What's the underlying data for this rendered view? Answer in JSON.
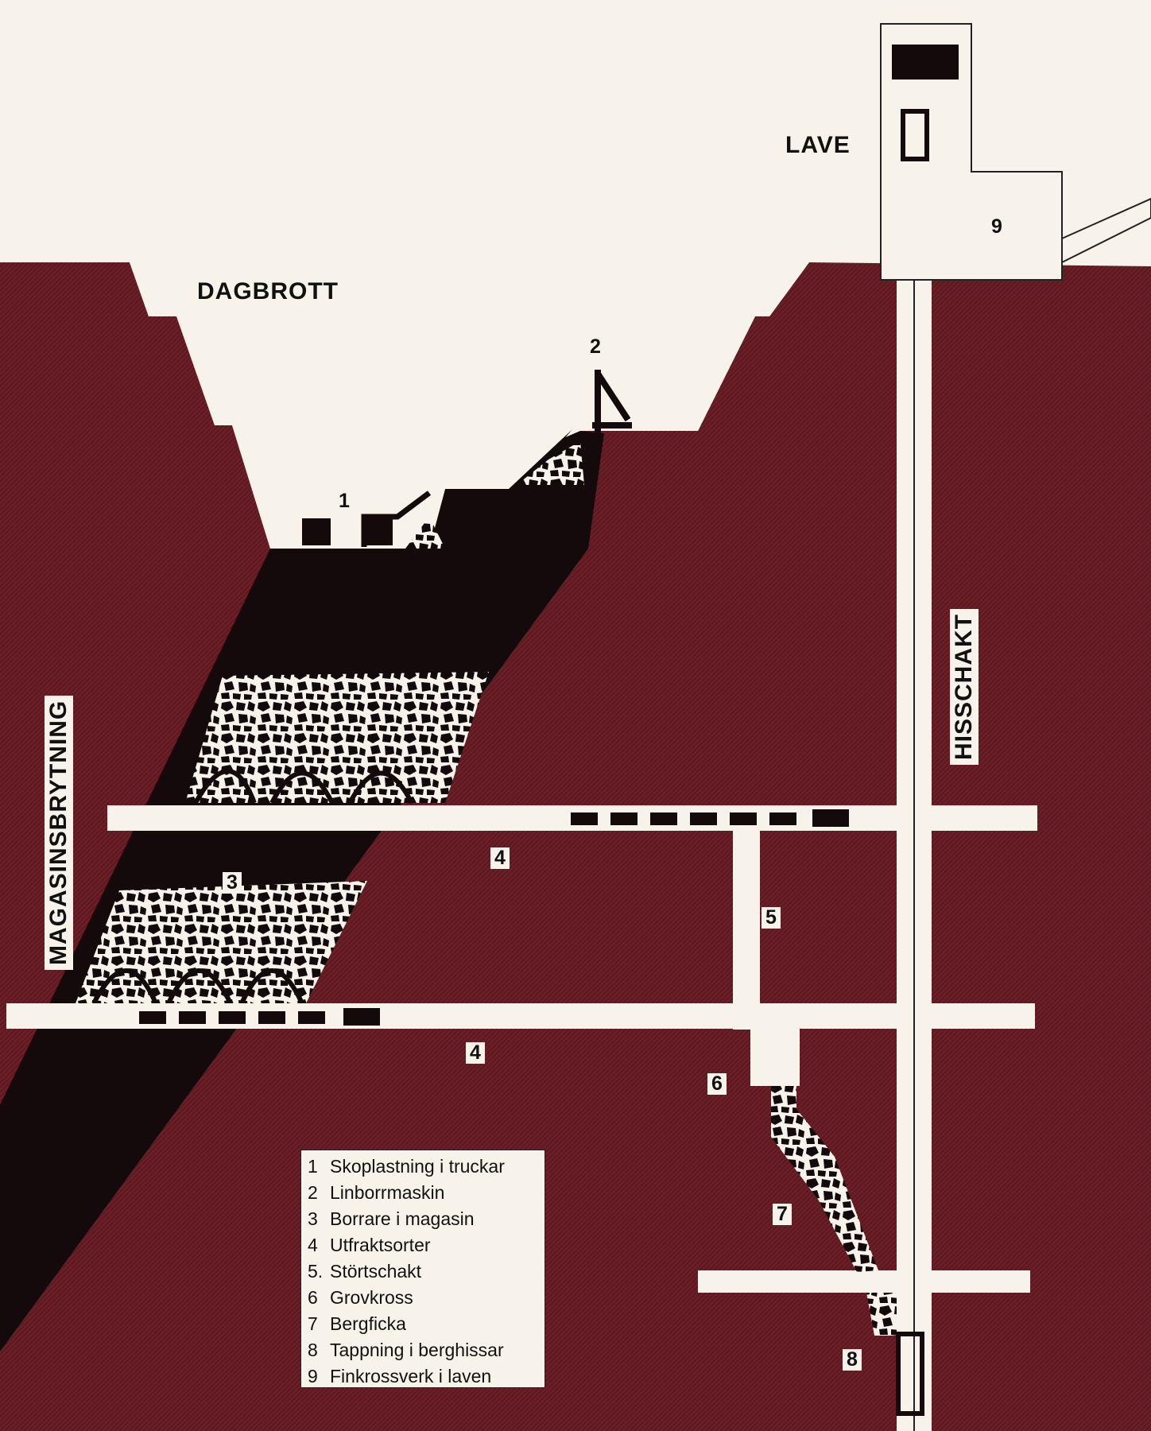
{
  "labels": {
    "dagbrott": "DAGBROTT",
    "lave": "LAVE",
    "hisschakt": "HISSCHAKT",
    "magasinsbrytning": "MAGASINSBRYTNING"
  },
  "markers": [
    "1",
    "2",
    "3",
    "4",
    "4",
    "5",
    "6",
    "7",
    "8",
    "9"
  ],
  "legend": [
    {
      "num": "1",
      "text": "Skoplastning i truckar"
    },
    {
      "num": "2",
      "text": "Linborrmaskin"
    },
    {
      "num": "3",
      "text": "Borrare i magasin"
    },
    {
      "num": "4",
      "text": "Utfraktsorter"
    },
    {
      "num": "5.",
      "text": "Störtschakt"
    },
    {
      "num": "6",
      "text": "Grovkross"
    },
    {
      "num": "7",
      "text": "Bergficka"
    },
    {
      "num": "8",
      "text": "Tappning i berghissar"
    },
    {
      "num": "9",
      "text": "Finkrossverk i laven"
    }
  ],
  "colors": {
    "rock": "#6a1f27",
    "ore": "#150a0b",
    "void": "#f7f3ea",
    "ink": "#111111"
  }
}
